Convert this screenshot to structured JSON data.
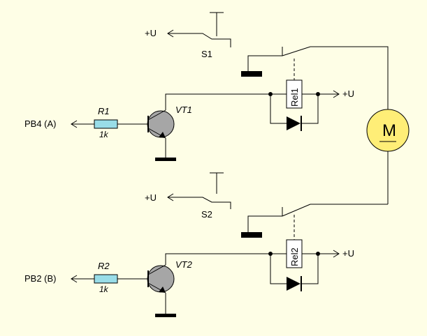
{
  "colors": {
    "background": "#fefee6",
    "resistor": "#99dde8",
    "motor": "#ffee77",
    "transistor": "#a6a6a6",
    "wire": "#000000"
  },
  "supply_label": "+U",
  "motor": {
    "symbol": "M"
  },
  "channel_a": {
    "input": "PB4 (A)",
    "resistor": {
      "name": "R1",
      "value": "1k"
    },
    "transistor": "VT1",
    "relay": "Rel1",
    "switch": "S1"
  },
  "channel_b": {
    "input": "PB2 (B)",
    "resistor": {
      "name": "R2",
      "value": "1k"
    },
    "transistor": "VT2",
    "relay": "Rel2",
    "switch": "S2"
  }
}
